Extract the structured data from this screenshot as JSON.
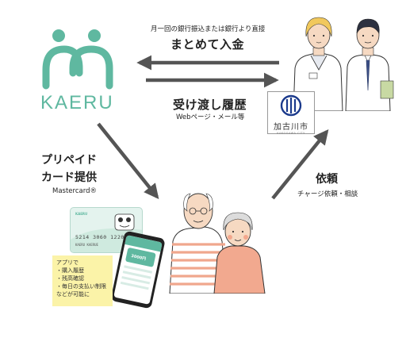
{
  "transfer": {
    "caption": "月一回の銀行振込または銀行より直接",
    "title": "まとめて入金"
  },
  "history": {
    "title": "受け渡し履歴",
    "caption": "Webページ・メール等"
  },
  "logo": {
    "name": "KAERU"
  },
  "prepaid": {
    "title_line1": "プリペイド",
    "title_line2": "カード提供",
    "caption": "Mastercard®"
  },
  "request": {
    "title": "依頼",
    "caption": "チャージ依頼・相談"
  },
  "city": {
    "name": "加古川市",
    "name_en": "KAKOGAWA CITY"
  },
  "card": {
    "brand": "KAERU",
    "number": "5214 3060 1220 5678",
    "holder": "KAERU KAERUE"
  },
  "phone": {
    "amount": "3000円"
  },
  "note": {
    "lines": [
      "アプリで",
      "・購入履歴",
      "・残高確認",
      "・毎日の支払い制限",
      "などが可能に"
    ]
  },
  "colors": {
    "brand": "#5fb8a0",
    "arrow": "#555555",
    "note_bg": "#fbf3a8",
    "skin": "#f6d9c2",
    "cheek": "#f39a7f",
    "grandma_top": "#f2a98f"
  }
}
